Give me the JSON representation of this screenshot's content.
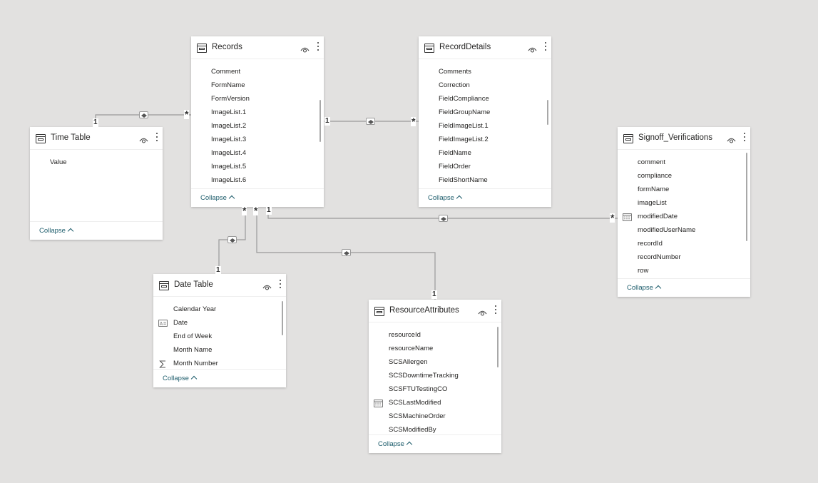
{
  "tables": [
    {
      "id": "records",
      "title": "Records",
      "collapse_label": "Collapse",
      "fields": [
        {
          "name": "Comment",
          "icon": ""
        },
        {
          "name": "FormName",
          "icon": ""
        },
        {
          "name": "FormVersion",
          "icon": ""
        },
        {
          "name": "ImageList.1",
          "icon": ""
        },
        {
          "name": "ImageList.2",
          "icon": ""
        },
        {
          "name": "ImageList.3",
          "icon": ""
        },
        {
          "name": "ImageList.4",
          "icon": ""
        },
        {
          "name": "ImageList.5",
          "icon": ""
        },
        {
          "name": "ImageList.6",
          "icon": ""
        }
      ]
    },
    {
      "id": "record-details",
      "title": "RecordDetails",
      "collapse_label": "Collapse",
      "fields": [
        {
          "name": "Comments",
          "icon": ""
        },
        {
          "name": "Correction",
          "icon": ""
        },
        {
          "name": "FieldCompliance",
          "icon": ""
        },
        {
          "name": "FieldGroupName",
          "icon": ""
        },
        {
          "name": "FieldImageList.1",
          "icon": ""
        },
        {
          "name": "FieldImageList.2",
          "icon": ""
        },
        {
          "name": "FieldName",
          "icon": ""
        },
        {
          "name": "FieldOrder",
          "icon": ""
        },
        {
          "name": "FieldShortName",
          "icon": ""
        }
      ]
    },
    {
      "id": "time-table",
      "title": "Time Table",
      "collapse_label": "Collapse",
      "fields": [
        {
          "name": "Value",
          "icon": ""
        }
      ]
    },
    {
      "id": "signoff-verifications",
      "title": "Signoff_Verifications",
      "collapse_label": "Collapse",
      "fields": [
        {
          "name": "comment",
          "icon": ""
        },
        {
          "name": "compliance",
          "icon": ""
        },
        {
          "name": "formName",
          "icon": ""
        },
        {
          "name": "imageList",
          "icon": ""
        },
        {
          "name": "modifiedDate",
          "icon": "calendar-icon"
        },
        {
          "name": "modifiedUserName",
          "icon": ""
        },
        {
          "name": "recordId",
          "icon": ""
        },
        {
          "name": "recordNumber",
          "icon": ""
        },
        {
          "name": "row",
          "icon": ""
        }
      ]
    },
    {
      "id": "date-table",
      "title": "Date Table",
      "collapse_label": "Collapse",
      "fields": [
        {
          "name": "Calendar Year",
          "icon": ""
        },
        {
          "name": "Date",
          "icon": "text-field-icon"
        },
        {
          "name": "End of Week",
          "icon": ""
        },
        {
          "name": "Month Name",
          "icon": ""
        },
        {
          "name": "Month Number",
          "icon": "sigma-icon"
        }
      ]
    },
    {
      "id": "resource-attributes",
      "title": "ResourceAttributes",
      "collapse_label": "Collapse",
      "fields": [
        {
          "name": "resourceId",
          "icon": ""
        },
        {
          "name": "resourceName",
          "icon": ""
        },
        {
          "name": "SCSAllergen",
          "icon": ""
        },
        {
          "name": "SCSDowntimeTracking",
          "icon": ""
        },
        {
          "name": "SCSFTUTestingCO",
          "icon": ""
        },
        {
          "name": "SCSLastModified",
          "icon": "calendar-icon"
        },
        {
          "name": "SCSMachineOrder",
          "icon": ""
        },
        {
          "name": "SCSModifiedBy",
          "icon": ""
        }
      ]
    }
  ],
  "relationships": [
    {
      "from": "records",
      "to": "time-table",
      "from_card": "*",
      "to_card": "1",
      "direction": "both"
    },
    {
      "from": "records",
      "to": "record-details",
      "from_card": "1",
      "to_card": "*",
      "direction": "both"
    },
    {
      "from": "records",
      "to": "date-table",
      "from_card": "*",
      "to_card": "1",
      "direction": "both"
    },
    {
      "from": "records",
      "to": "resource-attributes",
      "from_card": "*",
      "to_card": "1",
      "direction": "both"
    },
    {
      "from": "records",
      "to": "signoff-verifications",
      "from_card": "1",
      "to_card": "*",
      "direction": "both"
    }
  ],
  "colors": {
    "canvas": "#e2e1e0",
    "card": "#ffffff",
    "collapse_link": "#1c5c6b",
    "line": "#9a9a9a"
  }
}
